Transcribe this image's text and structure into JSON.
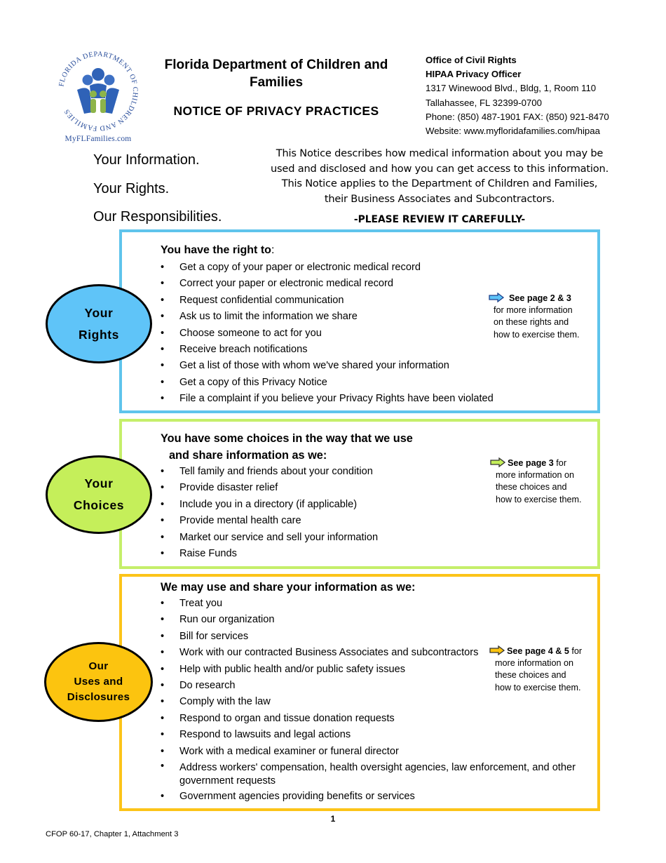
{
  "logo": {
    "caption": "MyFLFamilies.com",
    "ring_text": "FLORIDA DEPARTMENT OF CHILDREN AND FAMILIES",
    "colors": {
      "ring": "#2a4e9b",
      "figures": "#2f62b7",
      "children": "#8db44a"
    }
  },
  "header": {
    "org_title": "Florida Department of Children and Families",
    "doc_title": "NOTICE OF PRIVACY PRACTICES"
  },
  "office": {
    "line1": "Office of Civil Rights",
    "line2": "HIPAA Privacy Officer",
    "line3": "1317 Winewood Blvd., Bldg, 1, Room 110",
    "line4": "Tallahassee, FL 32399-0700",
    "line5": "Phone: (850) 487-1901  FAX: (850) 921-8470",
    "line6": "Website: www.myfloridafamilies.com/hipaa"
  },
  "taglines": [
    "Your Information.",
    "Your Rights.",
    "Our Responsibilities."
  ],
  "notice": {
    "line1": "This Notice describes how medical information about you may be",
    "line2": "used and disclosed and how you can get access to this information.",
    "line3": "This Notice applies to the Department of Children and Families,",
    "line4": "their Business Associates and Subcontractors.",
    "review": "-PLEASE REVIEW IT CAREFULLY-"
  },
  "sections": {
    "rights": {
      "oval_line1": "Your",
      "oval_line2": "Rights",
      "color": "#5fc4f8",
      "border_color": "#5fc4ec",
      "heading_bold": "You have the right to",
      "heading_tail": ":",
      "items": [
        "Get a copy of your paper or electronic medical record",
        "Correct your paper or electronic medical record",
        "Request confidential communication",
        "Ask us to limit the information we share",
        "Choose someone to act for you",
        "Receive breach notifications",
        "Get a list of those with whom we've shared your information",
        "Get a copy of this Privacy Notice",
        "File a complaint if you believe your Privacy Rights have been violated"
      ],
      "see_lead": "See page 2 & 3",
      "see_line2": "for more information",
      "see_line3": "on these rights and",
      "see_line4": "how to exercise them."
    },
    "choices": {
      "oval_line1": "Your",
      "oval_line2": "Choices",
      "color": "#c5ef5a",
      "border_color": "#c5ef6a",
      "heading_line1": "You have some choices in the way that we use",
      "heading_line2": "and share information as we:",
      "items": [
        "Tell family and friends about your condition",
        "Provide disaster relief",
        "Include you in a directory (if applicable)",
        "Provide mental health care",
        "Market our service and sell your information",
        "Raise Funds"
      ],
      "see_lead": "See page 3",
      "see_lead_tail": " for",
      "see_line2": "more information on",
      "see_line3": "these choices and",
      "see_line4": "how to exercise them."
    },
    "uses": {
      "oval_line1": "Our",
      "oval_line2": "Uses and",
      "oval_line3": "Disclosures",
      "color": "#fcc40f",
      "border_color": "#fcc419",
      "heading": "We may use and share your information as we:",
      "items": [
        "Treat you",
        "Run our organization",
        "Bill for services",
        "Work with our contracted Business Associates and subcontractors",
        "Help with public health and/or public safety issues",
        "Do research",
        "Comply with the law",
        "Respond to organ and tissue donation requests",
        "Respond to lawsuits and legal actions",
        "Work with a medical examiner or funeral director",
        "Address workers' compensation, health oversight agencies, law enforcement, and other government requests",
        "Government agencies providing benefits or services"
      ],
      "see_lead": "See page 4 & 5",
      "see_lead_tail": " for",
      "see_line2": "more information on",
      "see_line3": "these choices and",
      "see_line4": "how to exercise them."
    }
  },
  "page_number": "1",
  "footer": "CFOP 60-17, Chapter 1, Attachment 3"
}
